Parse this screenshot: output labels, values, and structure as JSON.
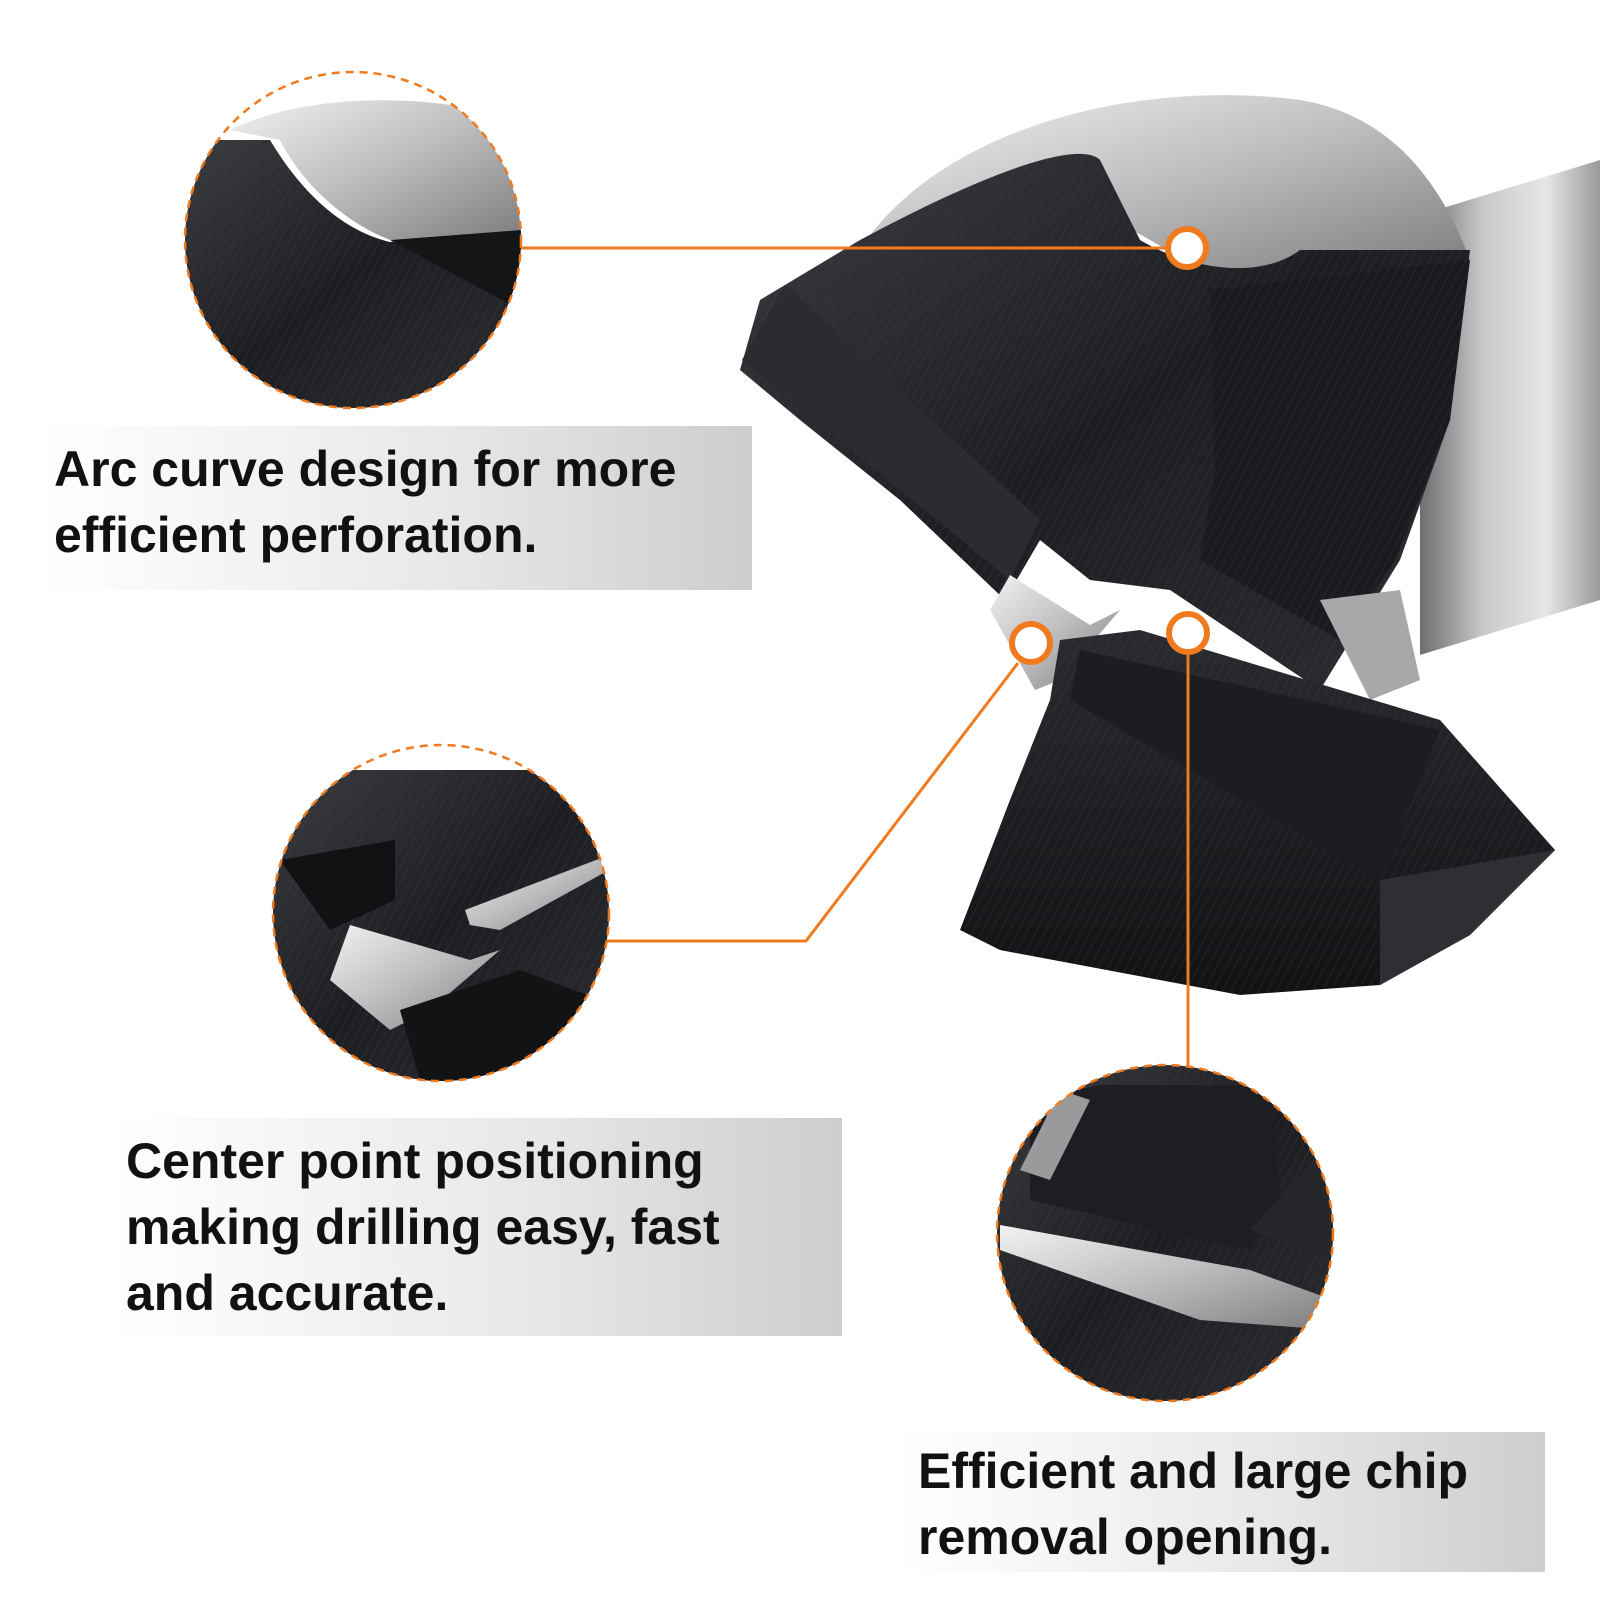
{
  "accent_color": "#F07B1E",
  "callouts": [
    {
      "id": "arc-curve",
      "lines": [
        "Arc curve design for more",
        "efficient perforation."
      ]
    },
    {
      "id": "center-point",
      "lines": [
        "Center point positioning",
        "making drilling easy, fast",
        "and accurate."
      ]
    },
    {
      "id": "chip-removal",
      "lines": [
        "Efficient and large chip",
        "removal opening."
      ]
    }
  ]
}
